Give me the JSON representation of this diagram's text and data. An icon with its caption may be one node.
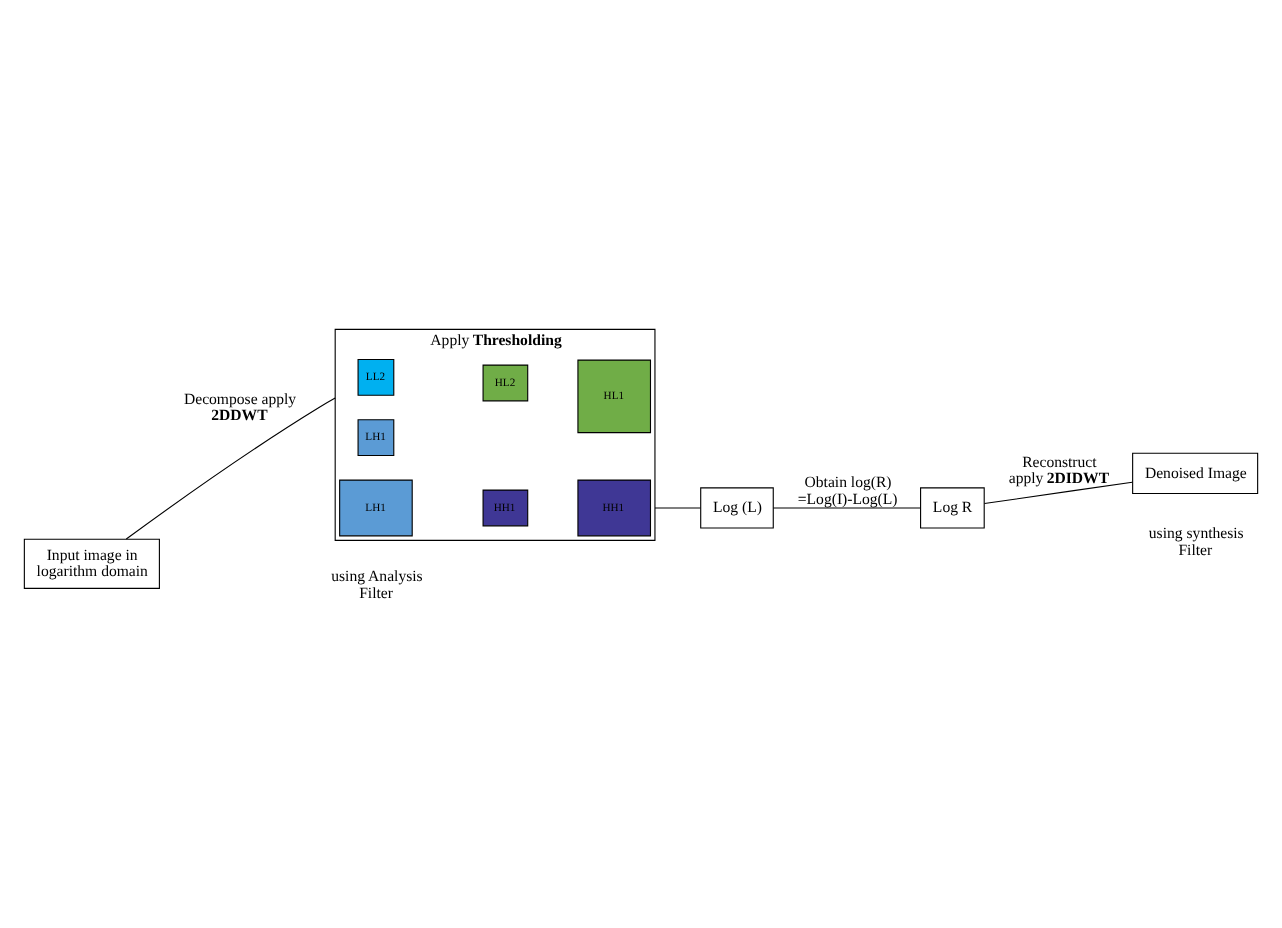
{
  "diagram": {
    "nodes": [
      {
        "text": [
          "Input image in logarithm domain"
        ]
      },
      {
        "text": [
          "Apply **Thresholding**"
        ]
      },
      {
        "text": [
          "LL2"
        ],
        "in": 1
      },
      {
        "text": [
          "HL2"
        ],
        "in": 1
      },
      {
        "text": [
          "HL1"
        ],
        "in": 1
      },
      {
        "text": [
          "LH1"
        ],
        "in": 1
      },
      {
        "text": [
          "HH1"
        ],
        "in": 1
      },
      {
        "text": [
          "LH1"
        ],
        "in": 1
      },
      {
        "text": [
          "HH1"
        ],
        "in": 1
      },
      {
        "text": [
          "Log (L)"
        ]
      },
      {
        "text": [
          "Log R"
        ]
      },
      {
        "text": [
          "Denoised Image"
        ]
      }
    ],
    "edges": [
      {
        "from": 0,
        "to": 1,
        "arrow": "none",
        "label": "Decompose apply **2DDWT**"
      },
      {
        "from": 1,
        "to": 9,
        "arrow": "none"
      },
      {
        "from": 9,
        "to": 10,
        "arrow": "none",
        "label": "Obtain log(R) =Log(I)-Log(L)"
      },
      {
        "from": 10,
        "to": 11,
        "arrow": "none",
        "label": "Reconstruct apply **2DIDWT**"
      }
    ],
    "labels": [
      "using Analysis Filter",
      "using synthesis Filter"
    ]
  }
}
